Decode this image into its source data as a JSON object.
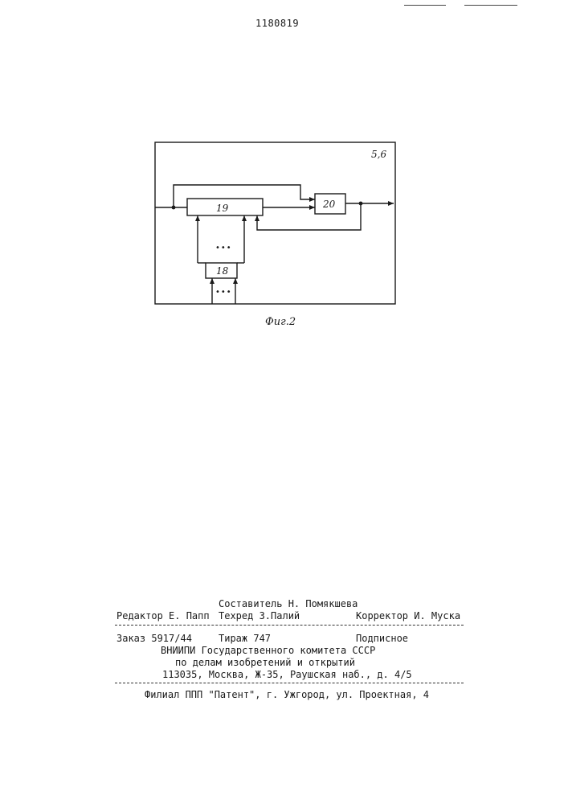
{
  "patent_number": "1180819",
  "figure": {
    "frame_label": "5,6",
    "blocks": {
      "b19": "19",
      "b20": "20",
      "b18": "18"
    },
    "ellipsis": "•••",
    "caption": "Фиг.2"
  },
  "imprint": {
    "compiler": "Составитель Н. Помякшева",
    "editor": "Редактор Е. Папп",
    "techred": "Техред З.Палий",
    "corrector": "Корректор И. Муска",
    "order": "Заказ 5917/44",
    "circulation": "Тираж 747",
    "subscription": "Подписное",
    "org_line1": "ВНИИПИ Государственного комитета СССР",
    "org_line2": "по делам изобретений и открытий",
    "org_address": "113035, Москва, Ж-35, Раушская наб., д. 4/5",
    "branch": "Филиал ППП \"Патент\", г. Ужгород, ул. Проектная, 4"
  }
}
